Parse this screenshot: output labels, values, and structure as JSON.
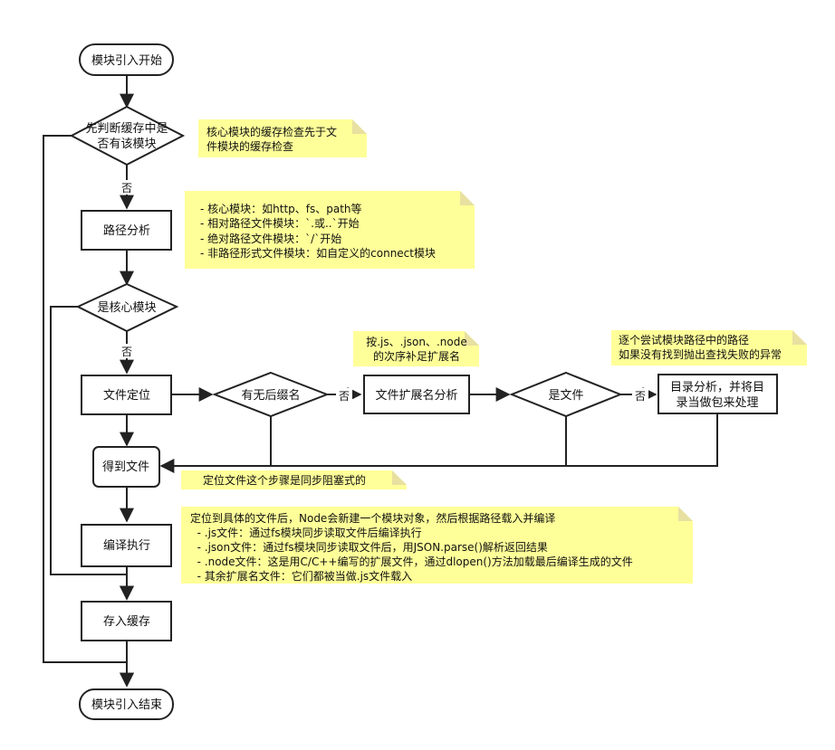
{
  "nodes": {
    "start": "模块引入开始",
    "check_cache_line1": "先判断缓存中是",
    "check_cache_line2": "否有该模块",
    "path_analysis": "路径分析",
    "is_core_module": "是核心模块",
    "file_locate": "文件定位",
    "has_extension": "有无后缀名",
    "extension_analysis": "文件扩展名分析",
    "is_file": "是文件",
    "dir_analysis_line1": "目录分析，并将目",
    "dir_analysis_line2": "录当做包来处理",
    "get_file": "得到文件",
    "compile_execute": "编译执行",
    "store_cache": "存入缓存",
    "end": "模块引入结束"
  },
  "edge_labels": {
    "cache_no": "否",
    "core_no": "否",
    "ext_no": "否",
    "file_no": "否"
  },
  "notes": {
    "cache_note": [
      "核心模块的缓存检查先于文",
      "件模块的缓存检查"
    ],
    "path_note": [
      "- 核心模块：如http、fs、path等",
      "- 相对路径文件模块：`.或..`开始",
      "- 绝对路径文件模块：`/`开始",
      "- 非路径形式文件模块：如自定义的connect模块"
    ],
    "ext_note": [
      "按.js、.json、.node",
      "的次序补足扩展名"
    ],
    "dir_note": [
      "逐个尝试模块路径中的路径",
      "如果没有找到抛出查找失败的异常"
    ],
    "sync_note": [
      "定位文件这个步骤是同步阻塞式的"
    ],
    "compile_note": [
      "定位到具体的文件后，Node会新建一个模块对象，然后根据路径载入并编译",
      "  - .js文件：通过fs模块同步读取文件后编译执行",
      "  - .json文件：通过fs模块同步读取文件后，用JSON.parse()解析返回结果",
      "  - .node文件：这是用C/C++编写的扩展文件，通过dlopen()方法加载最后编译生成的文件",
      "  - 其余扩展名文件：它们都被当做.js文件载入"
    ]
  }
}
